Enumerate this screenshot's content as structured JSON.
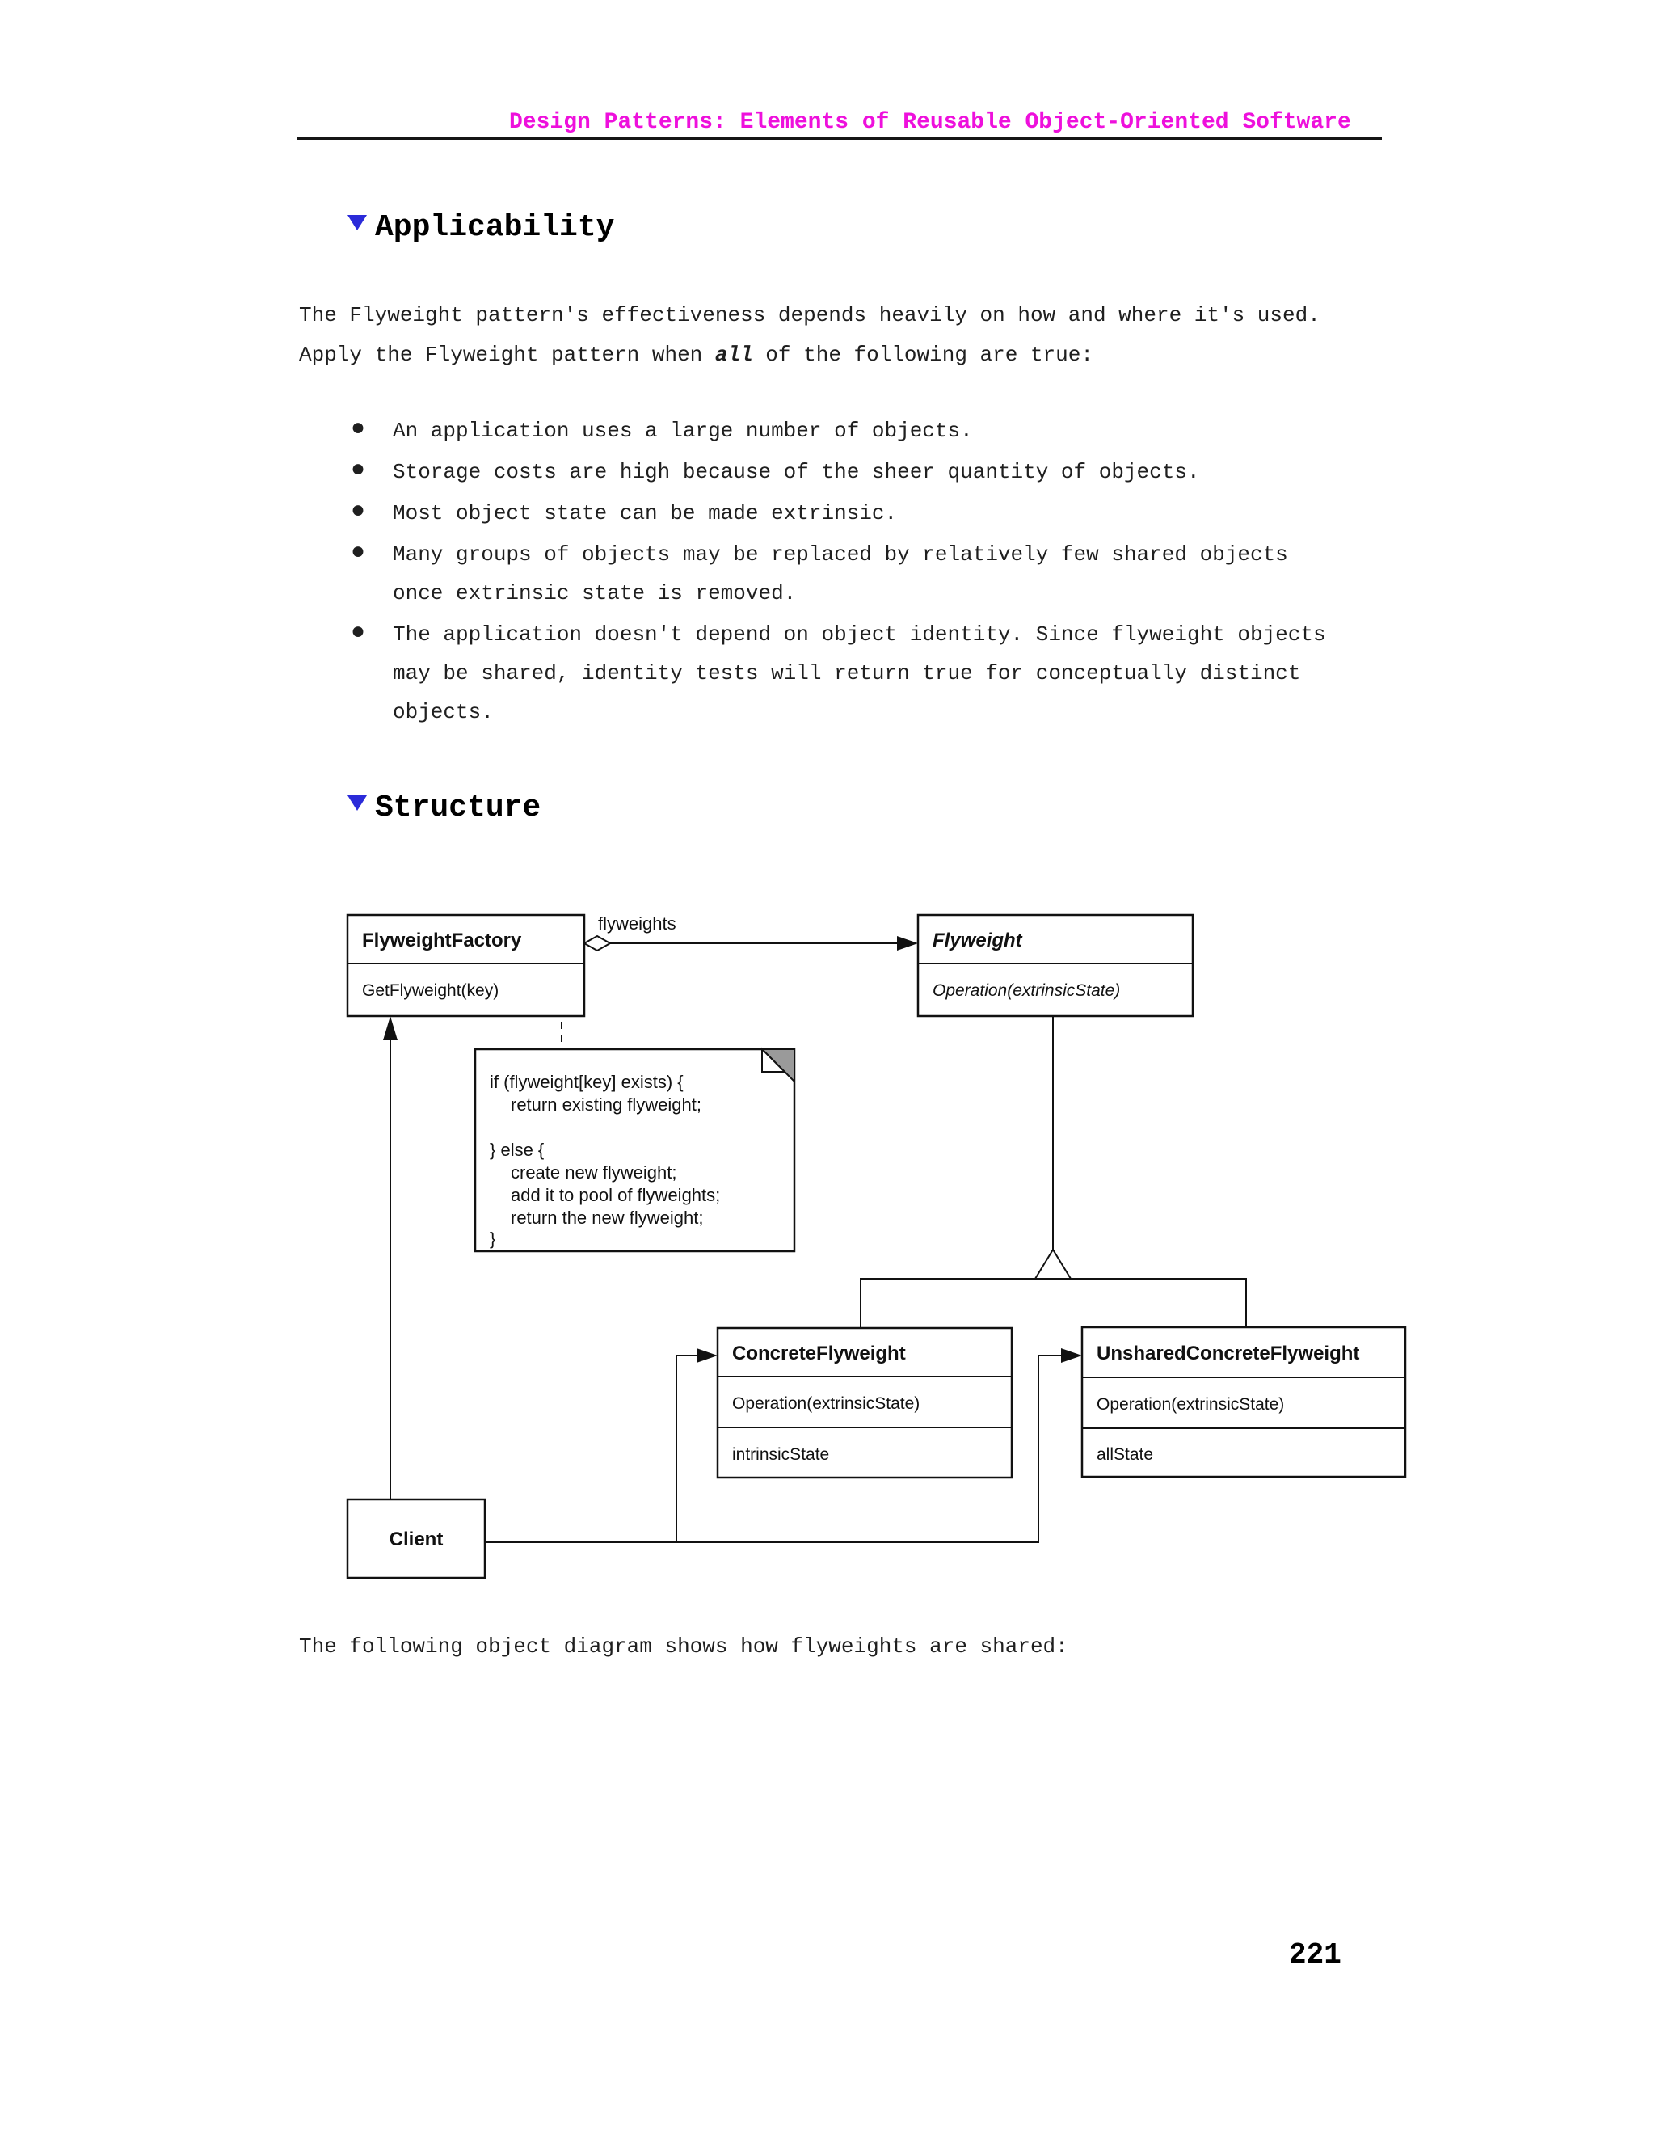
{
  "page": {
    "header_title": "Design Patterns: Elements of Reusable Object-Oriented Software",
    "page_number": "221"
  },
  "sections": {
    "applicability": {
      "title": "Applicability",
      "intro_line1": "The Flyweight pattern's effectiveness depends heavily on how and where it's used.",
      "intro_line2_pre": "Apply the Flyweight pattern when ",
      "intro_line2_em": "all",
      "intro_line2_post": " of the following are true:",
      "bullets": [
        "An application uses a large number of objects.",
        "Storage costs are high because of the sheer quantity of objects.",
        "Most object state can be made extrinsic.",
        "Many groups of objects may be replaced by relatively few shared objects once extrinsic state is removed.",
        "The application doesn't depend on object identity. Since flyweight objects may be shared, identity tests will return true for conceptually distinct objects."
      ]
    },
    "structure": {
      "title": "Structure",
      "caption": "The following object diagram shows how flyweights are shared:"
    }
  },
  "diagram": {
    "classes": {
      "factory": {
        "name": "FlyweightFactory",
        "method": "GetFlyweight(key)"
      },
      "flyweight": {
        "name": "Flyweight",
        "method": "Operation(extrinsicState)"
      },
      "concrete": {
        "name": "ConcreteFlyweight",
        "method": "Operation(extrinsicState)",
        "attribute": "intrinsicState"
      },
      "unshared": {
        "name": "UnsharedConcreteFlyweight",
        "method": "Operation(extrinsicState)",
        "attribute": "allState"
      },
      "client": {
        "name": "Client"
      }
    },
    "association_label": "flyweights",
    "note": {
      "lines": [
        "if (flyweight[key] exists) {",
        "return existing flyweight;",
        "",
        "} else {",
        "create new flyweight;",
        "add it to pool of flyweights;",
        "return the new flyweight;",
        "}"
      ]
    }
  },
  "colors": {
    "header_magenta": "#ee10dc",
    "disclosure_blue": "#2b2bd9",
    "note_fold_gray": "#9a9a9a"
  }
}
